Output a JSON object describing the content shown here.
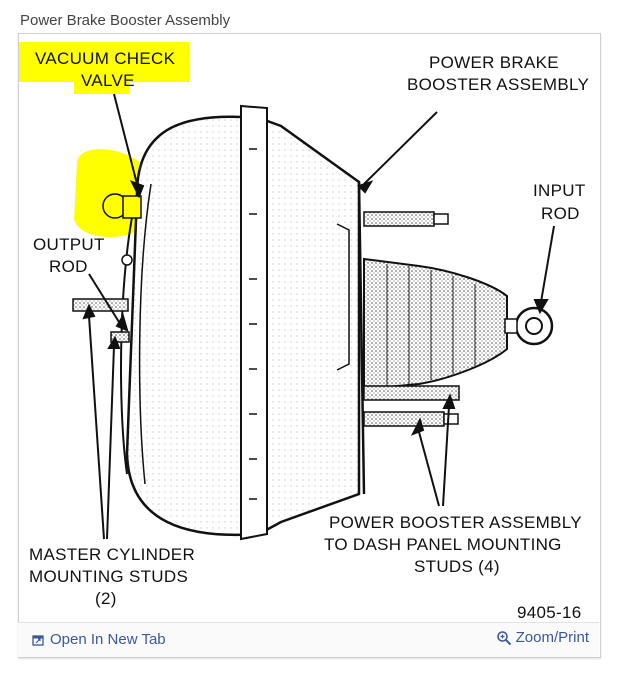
{
  "page": {
    "title": "Power Brake Booster Assembly"
  },
  "diagram": {
    "labels": {
      "vacuum_line1": "VACUUM CHECK",
      "vacuum_line2": "VALVE",
      "booster_line1": "POWER BRAKE",
      "booster_line2": "BOOSTER ASSEMBLY",
      "input_line1": "INPUT",
      "input_line2": "ROD",
      "output_line1": "OUTPUT",
      "output_line2": "ROD",
      "master_line1": "MASTER CYLINDER",
      "master_line2": "MOUNTING STUDS",
      "master_line3": "(2)",
      "dash_line1": "POWER BOOSTER ASSEMBLY",
      "dash_line2": "TO DASH PANEL MOUNTING",
      "dash_line3": "STUDS (4)",
      "figure_number": "9405-16"
    },
    "highlight_color": "#ffff00"
  },
  "footer": {
    "open_tab_label": "Open In New Tab",
    "zoom_label": "Zoom/Print",
    "link_color": "#3b5998"
  }
}
